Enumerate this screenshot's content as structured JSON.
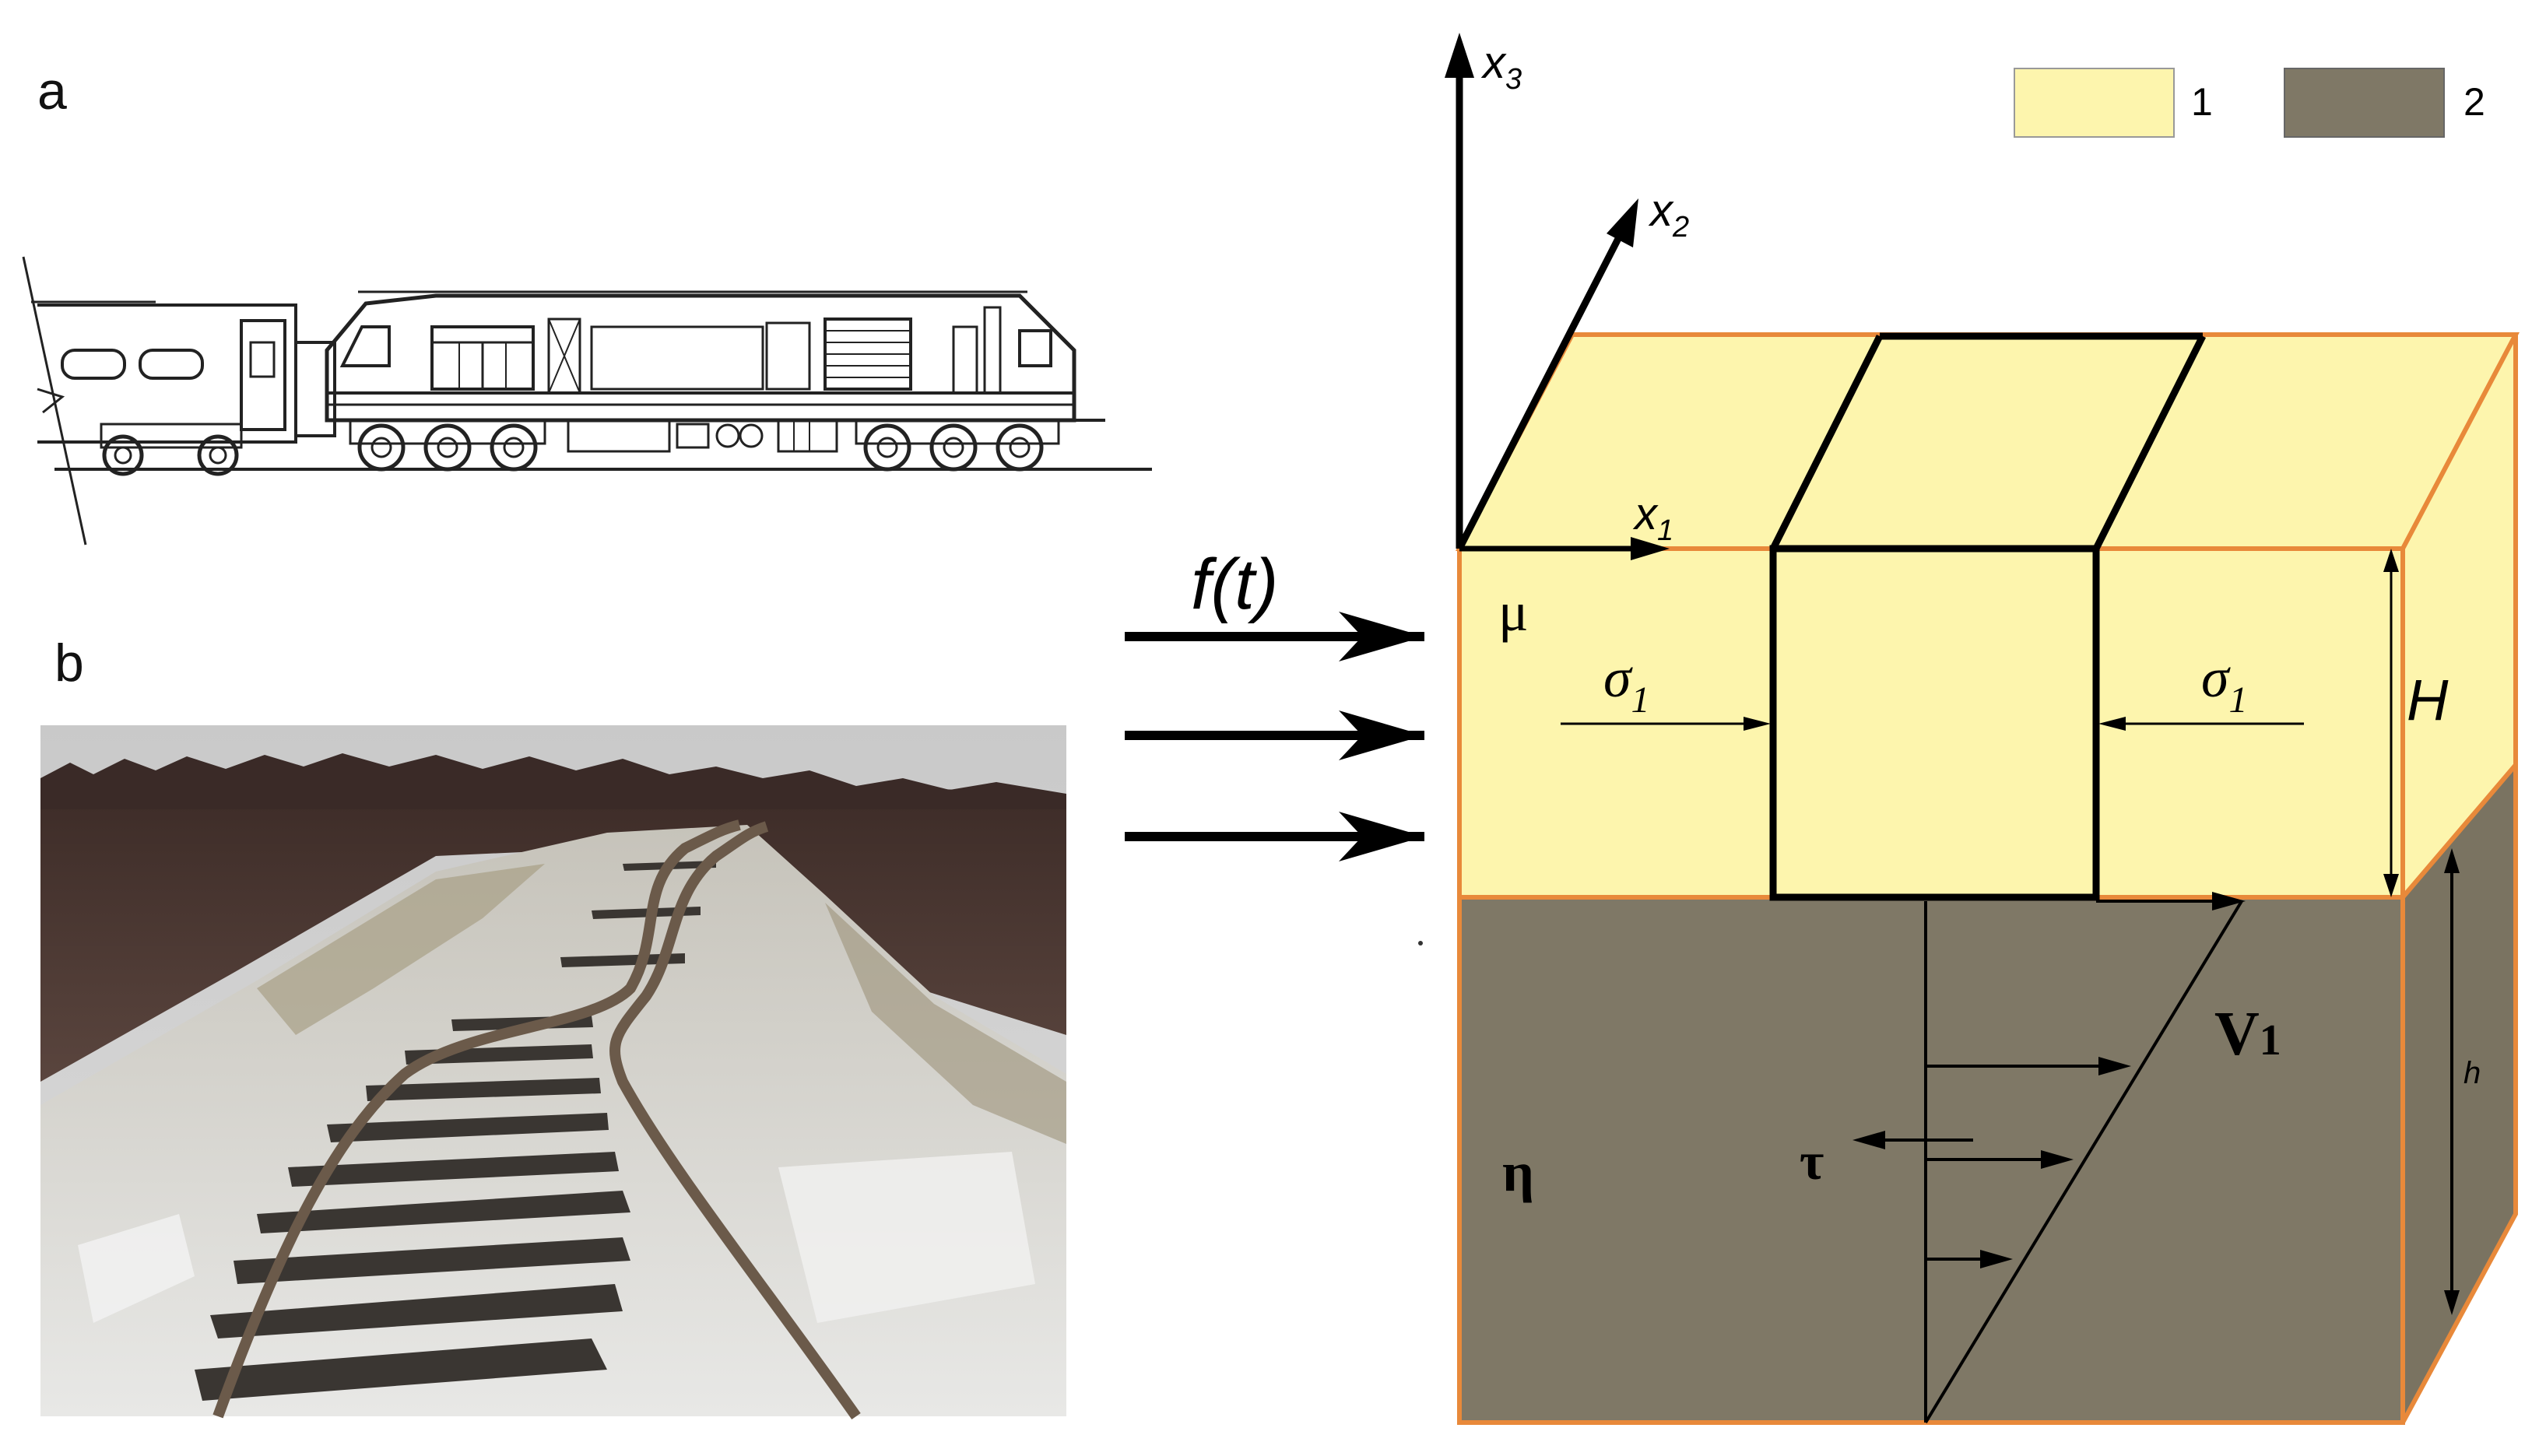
{
  "panels": {
    "a_label": "a",
    "b_label": "b"
  },
  "arrows": {
    "load_label_f": "f",
    "load_label_open": "(",
    "load_label_t": "t",
    "load_label_close": ")"
  },
  "axes": {
    "x1_base": "x",
    "x1_sub": "1",
    "x2_base": "x",
    "x2_sub": "2",
    "x3_base": "x",
    "x3_sub": "3"
  },
  "legend": {
    "item1_label": "1",
    "item2_label": "2",
    "item1_color": "#fdf5ad",
    "item2_color": "#7f7866"
  },
  "labels": {
    "mu": "μ",
    "eta": "η",
    "tau": "τ",
    "sigma_left_base": "σ",
    "sigma_left_sub": "1",
    "sigma_right_base": "σ",
    "sigma_right_sub": "1",
    "H": "H",
    "h": "h",
    "v_base": "V",
    "v_sub": "1"
  },
  "colors": {
    "upper_layer_front": "#fdf5ad",
    "upper_layer_top": "#fdf5ad",
    "lower_layer": "#7f7866",
    "lower_layer_side": "#7a7361",
    "edge_orange": "#e8893a"
  }
}
